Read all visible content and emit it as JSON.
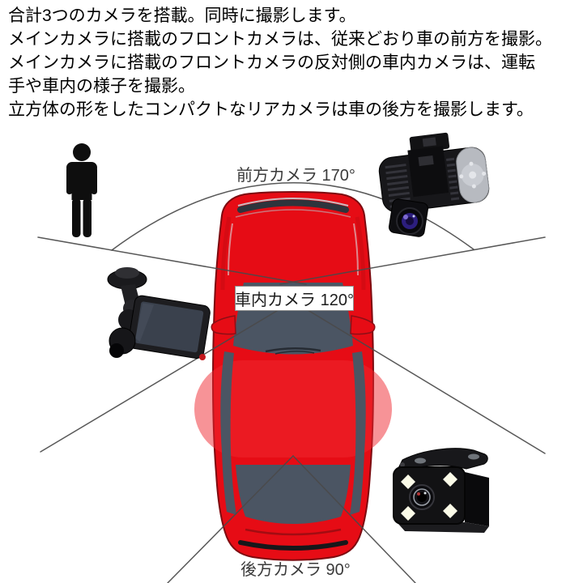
{
  "description": {
    "lines": [
      "合計3つのカメラを搭載。同時に撮影します。",
      "メインカメラに搭載のフロントカメラは、従来どおり車の前方を撮影。",
      "メインカメラに搭載のフロントカメラの反対側の車内カメラは、運転",
      "手や車内の様子を撮影。",
      "立方体の形をしたコンパクトなリアカメラは車の後方を撮影します。"
    ]
  },
  "diagram": {
    "labels": {
      "front_camera": "前方カメラ 170°",
      "interior_camera": "車内カメラ 120°",
      "rear_camera": "後方カメラ 90°"
    },
    "angles": {
      "front_deg": 170,
      "interior_deg": 120,
      "rear_deg": 90
    },
    "icons": [
      "person-icon",
      "suction-mount-dashcam-image",
      "main-camera-unit-image",
      "rear-camera-image",
      "car-top-view"
    ],
    "colors": {
      "car_red": "#e60c15",
      "car_red_dark": "#7d0b10",
      "glass": "#4b5563",
      "fov_line": "#4a4a4a",
      "label_border": "#8e8e8e",
      "label_text": "#1c1c1c",
      "device_black": "#141416",
      "led_white": "#fbfbe8",
      "lens_purple": "#2c1e7e"
    }
  }
}
